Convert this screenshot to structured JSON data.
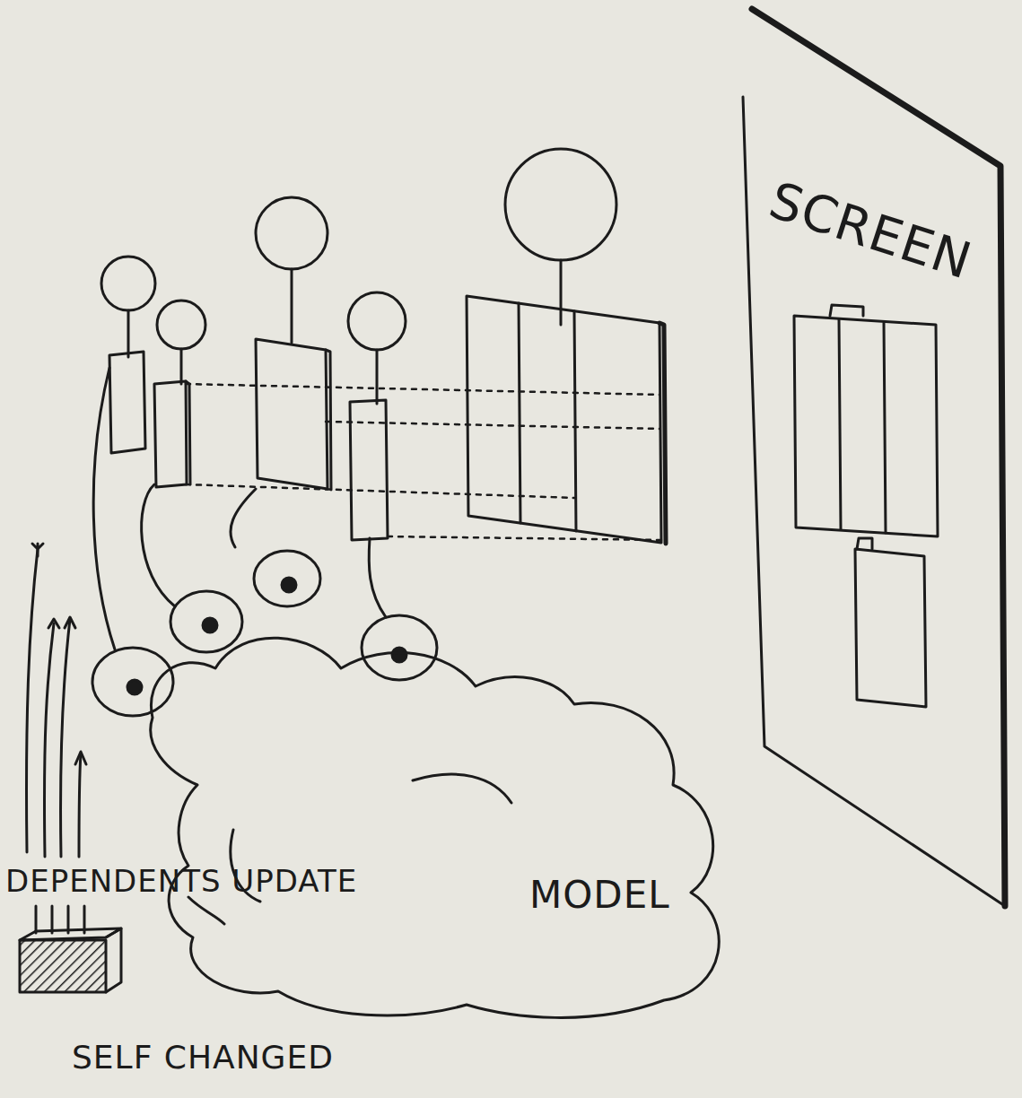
{
  "diagram": {
    "nodes": [
      {
        "text": [
          "SCREEN"
        ]
      },
      {
        "text": [
          "MODEL"
        ]
      }
    ],
    "labels": [
      "DEPENDENTS UPDATE",
      "SELF CHANGED"
    ]
  }
}
